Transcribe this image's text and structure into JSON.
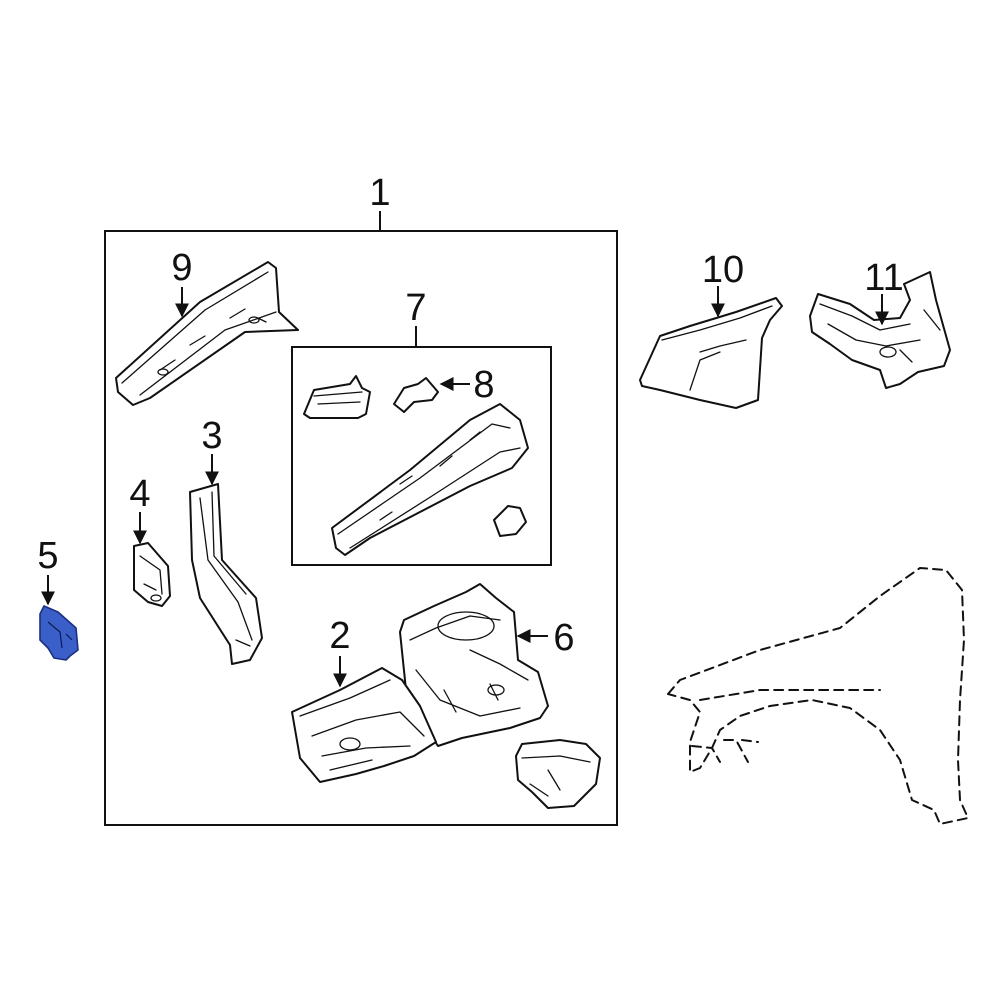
{
  "callouts": {
    "c1": "1",
    "c2": "2",
    "c3": "3",
    "c4": "4",
    "c5": "5",
    "c6": "6",
    "c7": "7",
    "c8": "8",
    "c9": "9",
    "c10": "10",
    "c11": "11"
  },
  "colors": {
    "highlight_fill": "#3a5fc8",
    "highlight_stroke": "#1c2f80",
    "line": "#111111"
  },
  "icons": {
    "arrow": "arrow-icon"
  },
  "highlighted_part": "5"
}
